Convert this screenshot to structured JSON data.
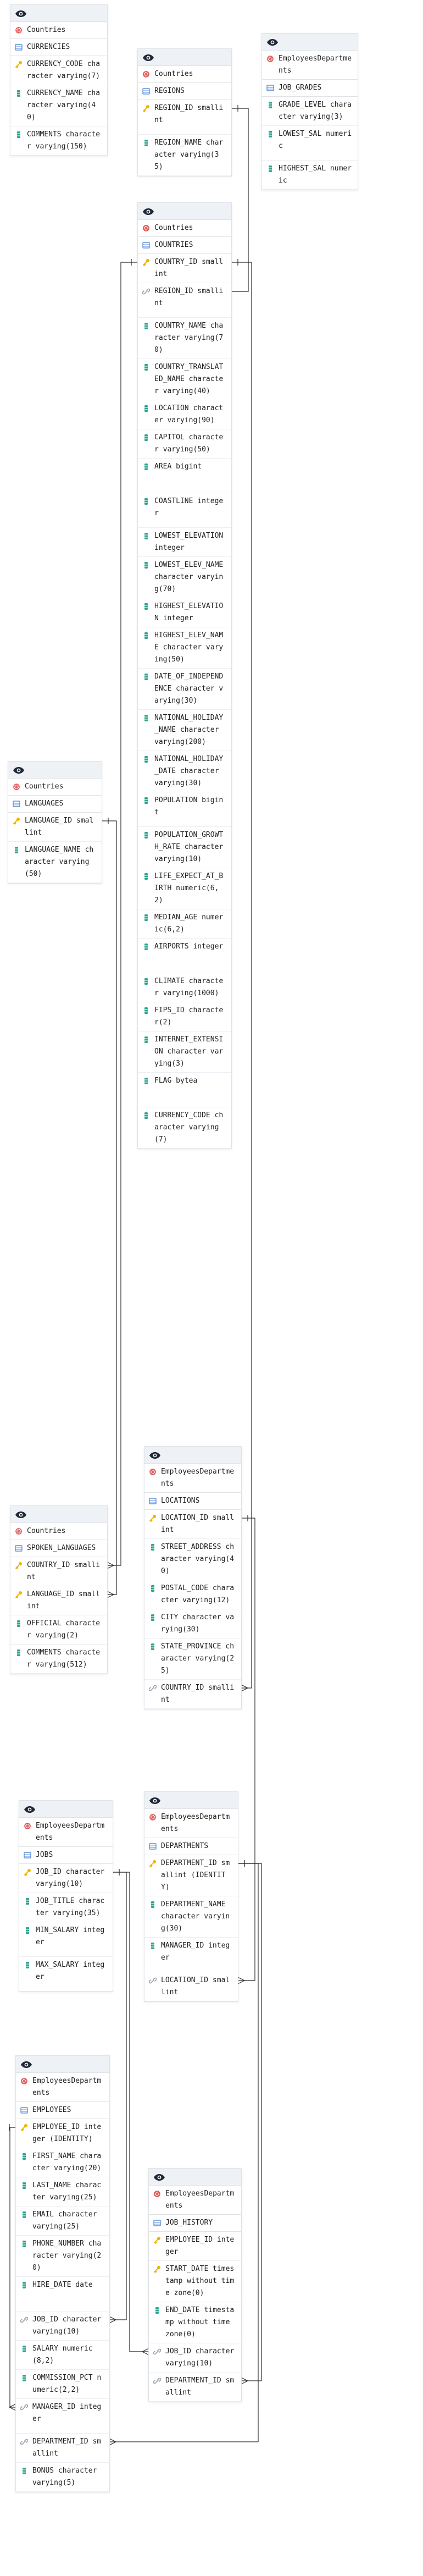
{
  "icons": {
    "visibility": "eye-icon",
    "schema": "schema-icon",
    "table": "table-icon",
    "primary_key": "key-icon",
    "foreign_key": "link-icon",
    "column": "column-icon"
  },
  "colors": {
    "primary_key": "#f0b400",
    "foreign_key": "#9aa3ad",
    "column": "#2ba58e",
    "schema": "#e05252",
    "table": "#5b8fd9",
    "eye": "#1f2937",
    "line": "#2b2b2b"
  },
  "tables": [
    {
      "id": "currencies",
      "schema": "Countries",
      "name": "CURRENCIES",
      "columns": [
        {
          "label": "CURRENCY_CODE character varying(7)",
          "kind": "pk"
        },
        {
          "label": "CURRENCY_NAME character varying(40)",
          "kind": "col"
        },
        {
          "label": "COMMENTS character varying(150)",
          "kind": "col"
        }
      ]
    },
    {
      "id": "regions",
      "schema": "Countries",
      "name": "REGIONS",
      "columns": [
        {
          "label": "REGION_ID smallint",
          "kind": "pk"
        },
        {
          "label": "REGION_NAME character varying(35)",
          "kind": "col"
        }
      ]
    },
    {
      "id": "job_grades",
      "schema": "EmployeesDepartments",
      "name": "JOB_GRADES",
      "columns": [
        {
          "label": "GRADE_LEVEL character varying(3)",
          "kind": "col"
        },
        {
          "label": "LOWEST_SAL numeric",
          "kind": "col"
        },
        {
          "label": "HIGHEST_SAL numeric",
          "kind": "col"
        }
      ]
    },
    {
      "id": "countries",
      "schema": "Countries",
      "name": "COUNTRIES",
      "columns": [
        {
          "label": "COUNTRY_ID smallint",
          "kind": "pk"
        },
        {
          "label": "REGION_ID smallint",
          "kind": "fk"
        },
        {
          "label": "COUNTRY_NAME character varying(70)",
          "kind": "col"
        },
        {
          "label": "COUNTRY_TRANSLATED_NAME character varying(40)",
          "kind": "col"
        },
        {
          "label": "LOCATION character varying(90)",
          "kind": "col"
        },
        {
          "label": "CAPITOL character varying(50)",
          "kind": "col"
        },
        {
          "label": "AREA bigint",
          "kind": "col"
        },
        {
          "label": "COASTLINE integer",
          "kind": "col"
        },
        {
          "label": "LOWEST_ELEVATION integer",
          "kind": "col"
        },
        {
          "label": "LOWEST_ELEV_NAME character varying(70)",
          "kind": "col"
        },
        {
          "label": "HIGHEST_ELEVATION integer",
          "kind": "col"
        },
        {
          "label": "HIGHEST_ELEV_NAME character varying(50)",
          "kind": "col"
        },
        {
          "label": "DATE_OF_INDEPENDENCE character varying(30)",
          "kind": "col"
        },
        {
          "label": "NATIONAL_HOLIDAY_NAME character varying(200)",
          "kind": "col"
        },
        {
          "label": "NATIONAL_HOLIDAY_DATE character varying(30)",
          "kind": "col"
        },
        {
          "label": "POPULATION bigint",
          "kind": "col"
        },
        {
          "label": "POPULATION_GROWTH_RATE character varying(10)",
          "kind": "col"
        },
        {
          "label": "LIFE_EXPECT_AT_BIRTH numeric(6,2)",
          "kind": "col"
        },
        {
          "label": "MEDIAN_AGE numeric(6,2)",
          "kind": "col"
        },
        {
          "label": "AIRPORTS integer",
          "kind": "col"
        },
        {
          "label": "CLIMATE character varying(1000)",
          "kind": "col"
        },
        {
          "label": "FIPS_ID character(2)",
          "kind": "col"
        },
        {
          "label": "INTERNET_EXTENSION character varying(3)",
          "kind": "col"
        },
        {
          "label": "FLAG bytea",
          "kind": "col"
        },
        {
          "label": "CURRENCY_CODE character varying(7)",
          "kind": "col"
        }
      ]
    },
    {
      "id": "languages",
      "schema": "Countries",
      "name": "LANGUAGES",
      "columns": [
        {
          "label": "LANGUAGE_ID smallint",
          "kind": "pk"
        },
        {
          "label": "LANGUAGE_NAME character varying(50)",
          "kind": "col"
        }
      ]
    },
    {
      "id": "locations",
      "schema": "EmployeesDepartments",
      "name": "LOCATIONS",
      "columns": [
        {
          "label": "LOCATION_ID smallint",
          "kind": "pk"
        },
        {
          "label": "STREET_ADDRESS character varying(40)",
          "kind": "col"
        },
        {
          "label": "POSTAL_CODE character varying(12)",
          "kind": "col"
        },
        {
          "label": "CITY character varying(30)",
          "kind": "col"
        },
        {
          "label": "STATE_PROVINCE character varying(25)",
          "kind": "col"
        },
        {
          "label": "COUNTRY_ID smallint",
          "kind": "fk"
        }
      ]
    },
    {
      "id": "spoken_languages",
      "schema": "Countries",
      "name": "SPOKEN_LANGUAGES",
      "columns": [
        {
          "label": "COUNTRY_ID smallint",
          "kind": "pk"
        },
        {
          "label": "LANGUAGE_ID smallint",
          "kind": "pk"
        },
        {
          "label": "OFFICIAL character varying(2)",
          "kind": "col"
        },
        {
          "label": "COMMENTS character varying(512)",
          "kind": "col"
        }
      ]
    },
    {
      "id": "departments",
      "schema": "EmployeesDepartments",
      "name": "DEPARTMENTS",
      "columns": [
        {
          "label": "DEPARTMENT_ID smallint (IDENTITY)",
          "kind": "pk"
        },
        {
          "label": "DEPARTMENT_NAME character varying(30)",
          "kind": "col"
        },
        {
          "label": "MANAGER_ID integer",
          "kind": "col"
        },
        {
          "label": "LOCATION_ID smallint",
          "kind": "fk"
        }
      ]
    },
    {
      "id": "jobs",
      "schema": "EmployeesDepartments",
      "name": "JOBS",
      "columns": [
        {
          "label": "JOB_ID character varying(10)",
          "kind": "pk"
        },
        {
          "label": "JOB_TITLE character varying(35)",
          "kind": "col"
        },
        {
          "label": "MIN_SALARY integer",
          "kind": "col"
        },
        {
          "label": "MAX_SALARY integer",
          "kind": "col"
        }
      ]
    },
    {
      "id": "employees",
      "schema": "EmployeesDepartments",
      "name": "EMPLOYEES",
      "columns": [
        {
          "label": "EMPLOYEE_ID integer (IDENTITY)",
          "kind": "pk"
        },
        {
          "label": "FIRST_NAME character varying(20)",
          "kind": "col"
        },
        {
          "label": "LAST_NAME character varying(25)",
          "kind": "col"
        },
        {
          "label": "EMAIL character varying(25)",
          "kind": "col"
        },
        {
          "label": "PHONE_NUMBER character varying(20)",
          "kind": "col"
        },
        {
          "label": "HIRE_DATE date",
          "kind": "col"
        },
        {
          "label": "JOB_ID character varying(10)",
          "kind": "fk"
        },
        {
          "label": "SALARY numeric(8,2)",
          "kind": "col"
        },
        {
          "label": "COMMISSION_PCT numeric(2,2)",
          "kind": "col"
        },
        {
          "label": "MANAGER_ID integer",
          "kind": "fk"
        },
        {
          "label": "DEPARTMENT_ID smallint",
          "kind": "fk"
        },
        {
          "label": "BONUS character varying(5)",
          "kind": "col"
        }
      ]
    },
    {
      "id": "job_history",
      "schema": "EmployeesDepartments",
      "name": "JOB_HISTORY",
      "columns": [
        {
          "label": "EMPLOYEE_ID integer",
          "kind": "pk"
        },
        {
          "label": "START_DATE timestamp without time zone(0)",
          "kind": "pk"
        },
        {
          "label": "END_DATE timestamp without time zone(0)",
          "kind": "col"
        },
        {
          "label": "JOB_ID character varying(10)",
          "kind": "fk"
        },
        {
          "label": "DEPARTMENT_ID smallint",
          "kind": "fk"
        }
      ]
    }
  ],
  "relationships": [
    {
      "from_table": "countries",
      "from_col": 1,
      "to_table": "regions",
      "to_col": 0
    },
    {
      "from_table": "spoken_languages",
      "from_col": 0,
      "to_table": "countries",
      "to_col": 0
    },
    {
      "from_table": "spoken_languages",
      "from_col": 1,
      "to_table": "languages",
      "to_col": 0
    },
    {
      "from_table": "locations",
      "from_col": 5,
      "to_table": "countries",
      "to_col": 0
    },
    {
      "from_table": "departments",
      "from_col": 3,
      "to_table": "locations",
      "to_col": 0
    },
    {
      "from_table": "employees",
      "from_col": 6,
      "to_table": "jobs",
      "to_col": 0
    },
    {
      "from_table": "employees",
      "from_col": 9,
      "to_table": "employees",
      "to_col": 0
    },
    {
      "from_table": "employees",
      "from_col": 10,
      "to_table": "departments",
      "to_col": 0
    },
    {
      "from_table": "job_history",
      "from_col": 3,
      "to_table": "jobs",
      "to_col": 0
    },
    {
      "from_table": "job_history",
      "from_col": 4,
      "to_table": "departments",
      "to_col": 0
    }
  ]
}
